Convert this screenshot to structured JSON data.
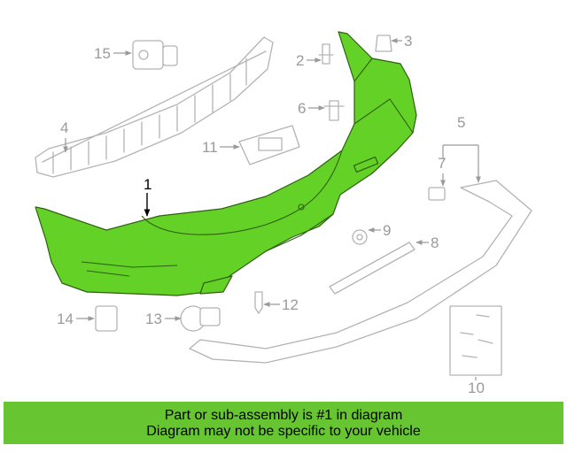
{
  "diagram": {
    "highlight_color": "#64d126",
    "callouts": [
      "1",
      "2",
      "3",
      "4",
      "5",
      "6",
      "7",
      "8",
      "9",
      "10",
      "11",
      "12",
      "13",
      "14",
      "15"
    ],
    "highlighted_part": "1"
  },
  "banner": {
    "background": "#66c531",
    "line1": "Part or sub-assembly is #1 in diagram",
    "line2": "Diagram may not be specific to your vehicle"
  }
}
